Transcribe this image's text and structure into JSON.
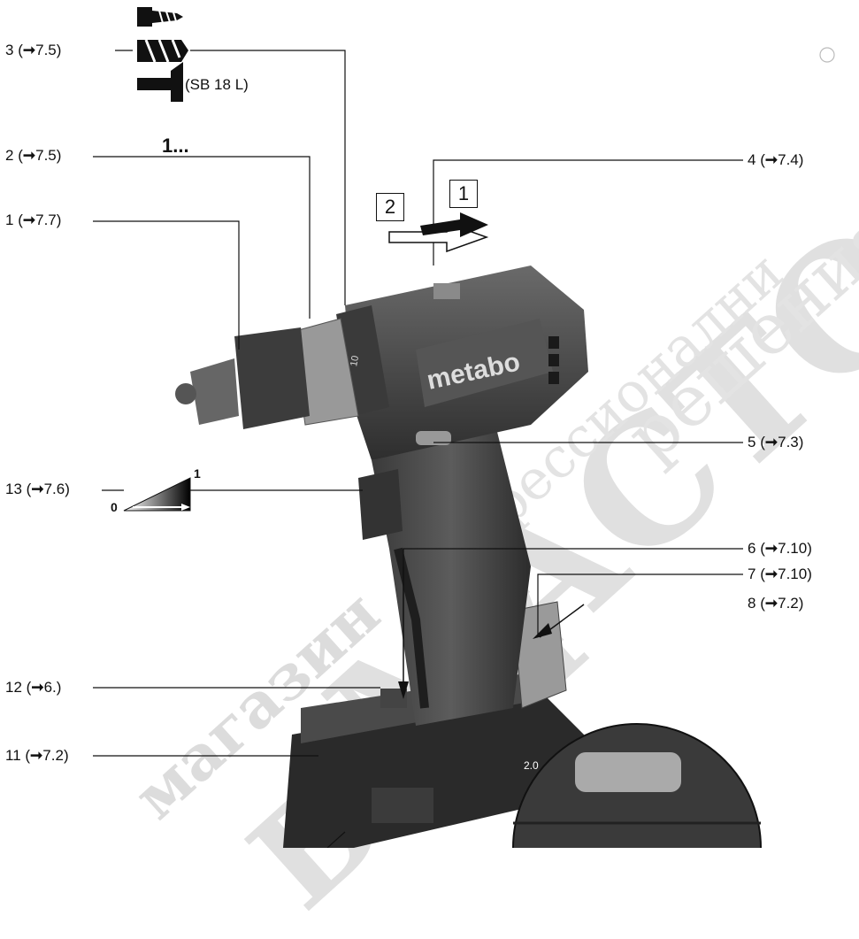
{
  "callouts": [
    {
      "id": "3",
      "ref": "7.5"
    },
    {
      "id": "2",
      "ref": "7.5"
    },
    {
      "id": "1",
      "ref": "7.7"
    },
    {
      "id": "13",
      "ref": "7.6"
    },
    {
      "id": "12",
      "ref": "6."
    },
    {
      "id": "11",
      "ref": "7.2"
    },
    {
      "id": "4",
      "ref": "7.4"
    },
    {
      "id": "5",
      "ref": "7.3"
    },
    {
      "id": "6",
      "ref": "7.10"
    },
    {
      "id": "7",
      "ref": "7.10"
    },
    {
      "id": "8",
      "ref": "7.2"
    }
  ],
  "labels": {
    "sb_model": "(SB 18 L)",
    "torque_start": "1...",
    "dir_box_1": "1",
    "dir_box_2": "2",
    "switch_min": "0",
    "switch_max": "1",
    "brand": "metabo",
    "clutch_scale": "10",
    "battery_capacity": "2.0"
  },
  "watermark": {
    "line1": "МАСТОРА",
    "line2": "БАШ",
    "line3": "магазин",
    "line4": "решения",
    "line5": "профессионални"
  },
  "colors": {
    "tool_body": "#4a4a4a",
    "tool_dark": "#262626",
    "tool_light": "#8a8a8a",
    "watermark": "#d6d6d6"
  }
}
